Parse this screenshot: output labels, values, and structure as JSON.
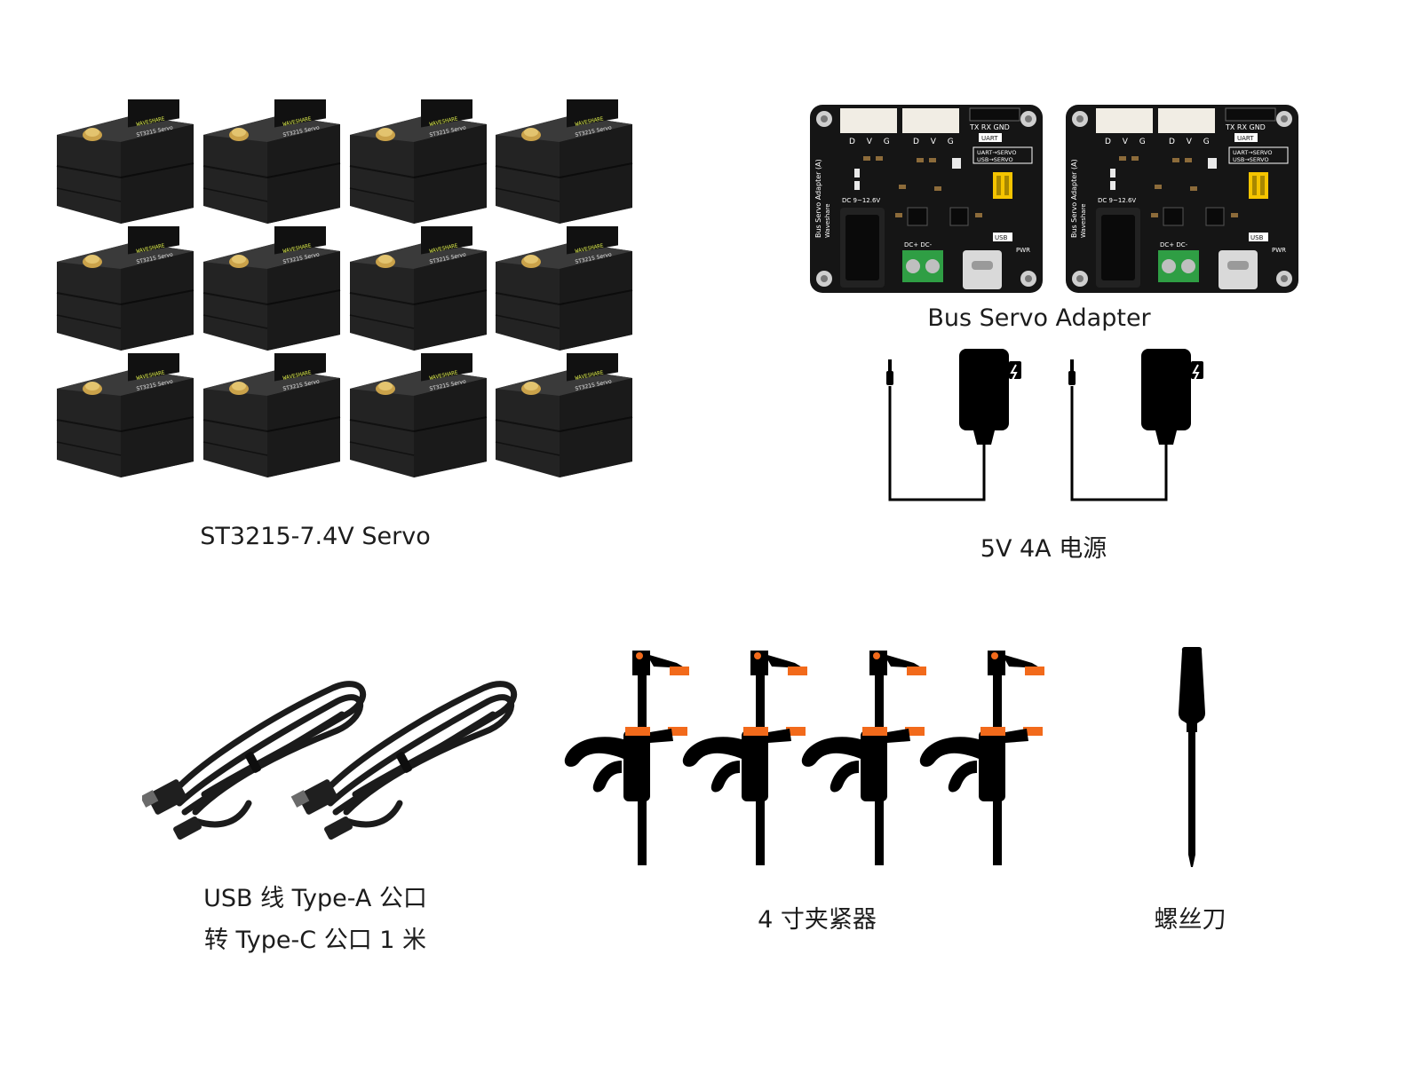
{
  "items": {
    "servo": {
      "label": "ST3215-7.4V Servo",
      "count": 12,
      "brand_label": "WAVESHARE",
      "model_label": "ST3215 Servo"
    },
    "adapter": {
      "label": "Bus Servo Adapter",
      "count": 2,
      "board_text": {
        "header_pins": "D V G",
        "uart_pins": "TX RX GND",
        "uart": "UART",
        "mode_a": "UART→SERVO",
        "mode_b": "USB→SERVO",
        "dc_in": "DC 9~12.6V",
        "name": "Bus Servo Adapter (A)",
        "brand": "Waveshare",
        "terminal": "DC+ DC-",
        "usb": "USB",
        "pwr": "PWR"
      }
    },
    "power": {
      "label": "5V 4A 电源",
      "count": 2
    },
    "usb_cable": {
      "label_line1": "USB 线 Type-A 公口",
      "label_line2": "转 Type-C 公口 1 米",
      "count": 2
    },
    "clamp": {
      "label": "4 寸夹紧器",
      "count": 4
    },
    "screwdriver": {
      "label": "螺丝刀",
      "count": 1
    }
  },
  "colors": {
    "accent_orange": "#f26a1b",
    "connector_green": "#2f9e44",
    "pcb_black": "#151515",
    "switch_yellow": "#f5c400"
  }
}
